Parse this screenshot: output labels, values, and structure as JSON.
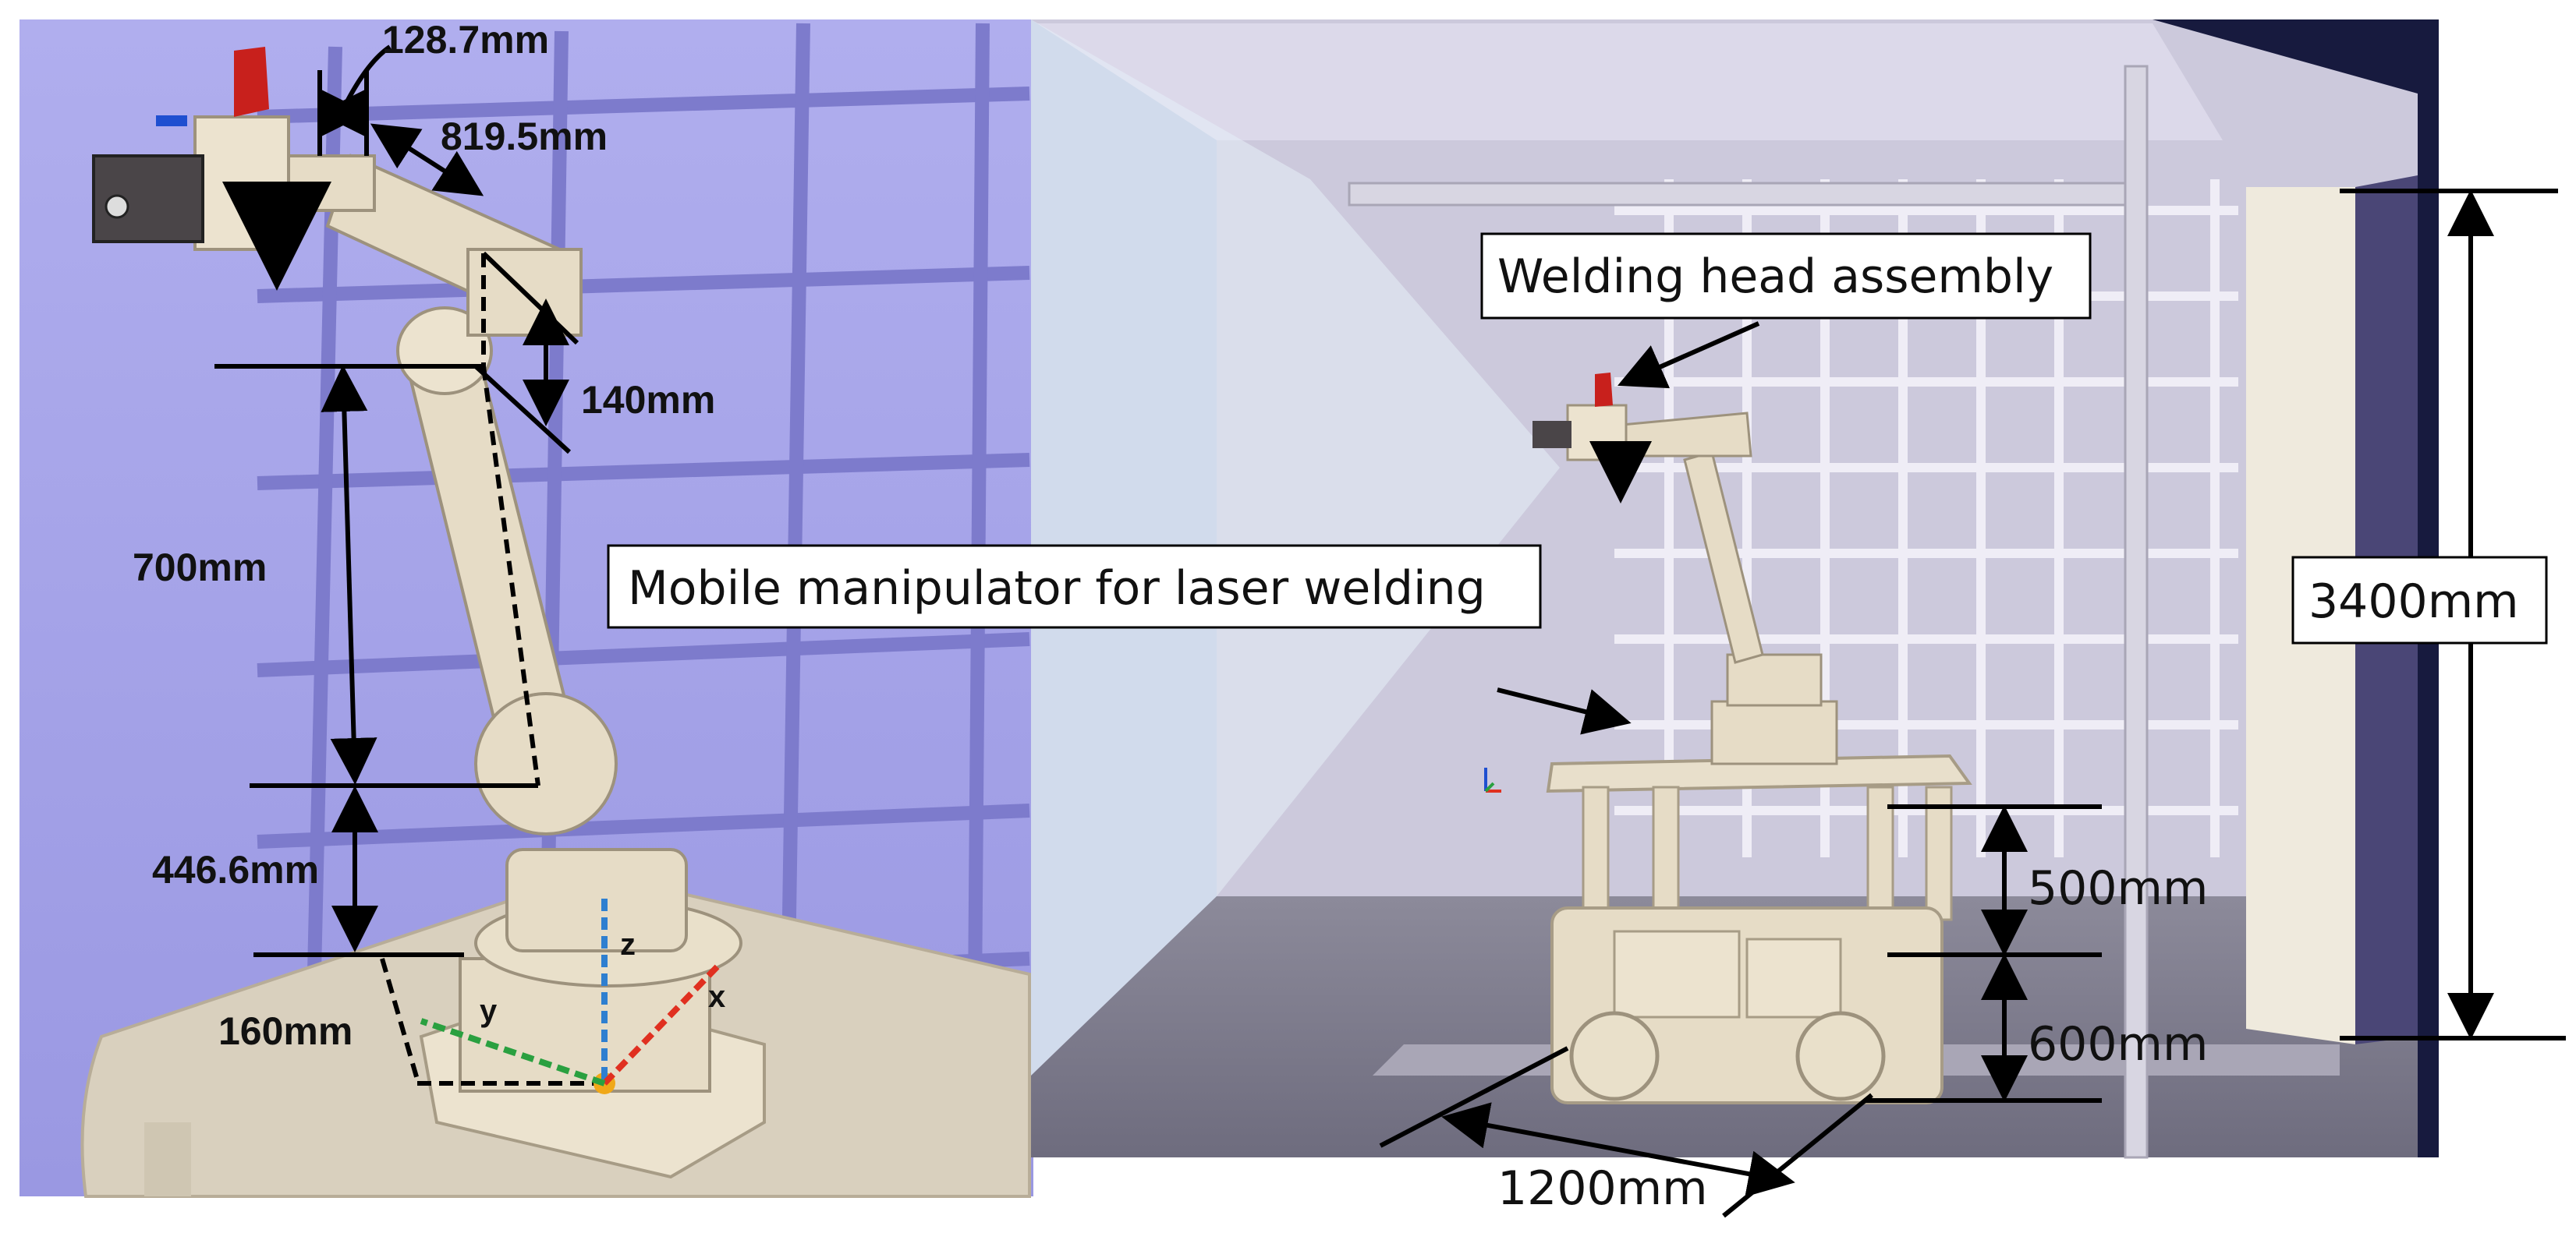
{
  "left_panel": {
    "dims": {
      "d_128": "128.7mm",
      "d_819": "819.5mm",
      "d_140": "140mm",
      "d_700": "700mm",
      "d_446": "446.6mm",
      "d_160": "160mm"
    },
    "axes": {
      "x": "x",
      "y": "y",
      "z": "z"
    }
  },
  "right_panel": {
    "dims": {
      "d_3400": "3400mm",
      "d_500": "500mm",
      "d_600": "600mm",
      "d_1200": "1200mm"
    },
    "callouts": {
      "welding_head": "Welding head assembly"
    }
  },
  "center_label": "Mobile manipulator for laser welding",
  "colors": {
    "left_bg": "#a8a6ec",
    "right_bg": "#171a3e",
    "robot": "#e6dcc6",
    "axis_x": "#e03020",
    "axis_y": "#2aa040",
    "axis_z": "#2e7fd0"
  }
}
